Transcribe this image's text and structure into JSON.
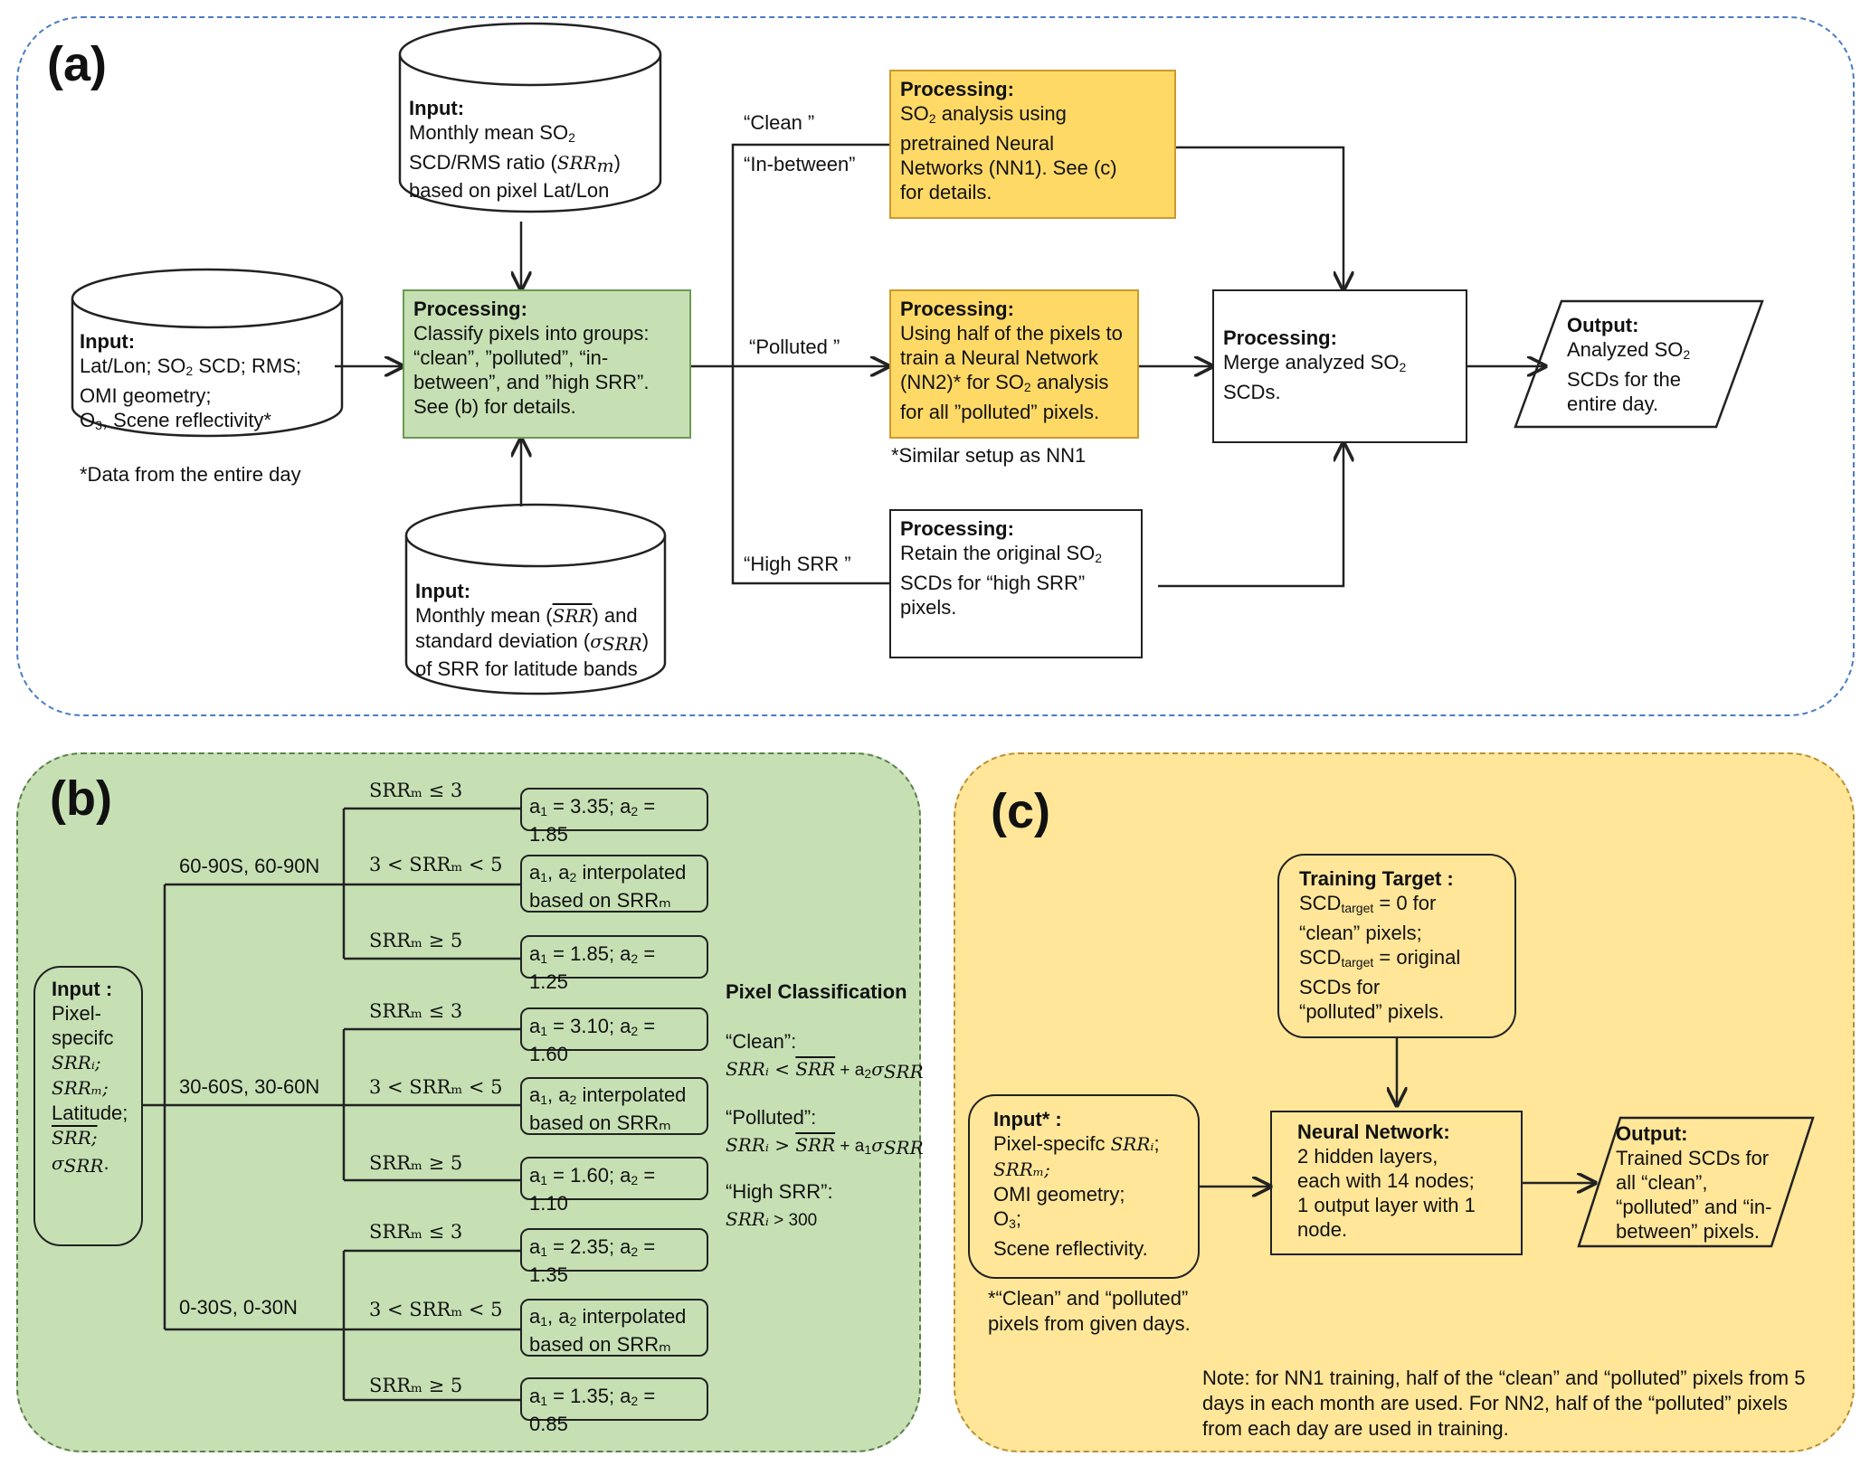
{
  "panel_a": {
    "label": "(a)",
    "input_left": {
      "title": "Input:",
      "lines": [
        "Lat/Lon; SO",
        "2",
        " SCD; RMS;",
        "OMI geometry;",
        "O",
        "3",
        ", Scene reflectivity*"
      ],
      "note": "*Data from the entire day"
    },
    "input_top": {
      "title": "Input:",
      "l1a": "Monthly mean SO",
      "l1s": "2",
      "l2a": "SCD/RMS ratio (",
      "l2m": "SRR",
      "l2ms": "m",
      "l2b": ")",
      "l3": "based on pixel Lat/Lon"
    },
    "input_bottom": {
      "title": "Input:",
      "l1a": "Monthly mean (",
      "l1m": "SRR",
      "l1b": ") and",
      "l2a": "standard deviation (",
      "l2m": "σ",
      "l2ms": "SRR",
      "l2b": ")",
      "l3": "of SRR for latitude bands"
    },
    "classify": {
      "title": "Processing:",
      "l1": "Classify pixels into groups:",
      "l2": "“clean”, ”polluted”, “in-",
      "l3": "between”, and ”high SRR”.",
      "l4": "See (b) for details."
    },
    "branch_clean": "“Clean ”",
    "branch_between": "“In-between”",
    "branch_polluted": "“Polluted ”",
    "branch_high": "“High SRR ”",
    "nn1": {
      "title": "Processing:",
      "l1a": "SO",
      "l1s": "2",
      "l1b": " analysis using",
      "l2": "pretrained Neural",
      "l3": "Networks (NN1). See (c)",
      "l4": "for details."
    },
    "nn2": {
      "title": "Processing:",
      "l1": "Using half of the pixels to",
      "l2": "train a Neural Network",
      "l3a": "(NN2)* for SO",
      "l3s": "2",
      "l3b": " analysis",
      "l4": "for all ”polluted” pixels.",
      "note": "*Similar setup as NN1"
    },
    "retain": {
      "title": "Processing:",
      "l1a": "Retain the original SO",
      "l1s": "2",
      "l2": "SCDs for “high SRR”",
      "l3": "pixels."
    },
    "merge": {
      "title": "Processing:",
      "l1a": "Merge analyzed SO",
      "l1s": "2",
      "l2": "SCDs."
    },
    "output": {
      "title": "Output:",
      "l1a": "Analyzed SO",
      "l1s": "2",
      "l2": "SCDs for the",
      "l3": "entire day."
    }
  },
  "panel_b": {
    "label": "(b)",
    "input": {
      "title": "Input :",
      "l1": "Pixel-",
      "l2": "specifc",
      "l3": "SRRᵢ;",
      "l4": "SRRₘ;",
      "l5": "Latitude;",
      "l6": "SRR;",
      "l7": "σ",
      "l7s": "SRR",
      "l7b": "."
    },
    "bands": [
      "60-90S, 60-90N",
      "30-60S, 30-60N",
      "0-30S, 0-30N"
    ],
    "cond_le3": "SRRₘ ≤ 3",
    "cond_mid": "3 < SRRₘ < 5",
    "cond_ge5": "SRRₘ ≥ 5",
    "leaves": [
      {
        "a1": "3.35",
        "a2": "1.85"
      },
      {
        "interp": "interpolated",
        "based": "based on SRRₘ"
      },
      {
        "a1": "1.85",
        "a2": "1.25"
      },
      {
        "a1": "3.10",
        "a2": "1.60"
      },
      {
        "interp": "interpolated",
        "based": "based on SRRₘ"
      },
      {
        "a1": "1.60",
        "a2": "1.10"
      },
      {
        "a1": "2.35",
        "a2": "1.35"
      },
      {
        "interp": "interpolated",
        "based": "based on SRRₘ"
      },
      {
        "a1": "1.35",
        "a2": "0.85"
      }
    ],
    "classification": {
      "title": "Pixel Classification",
      "clean_label": "“Clean”:",
      "clean_rule_a": "SRRᵢ < ",
      "clean_rule_b": "SRR",
      "clean_rule_c": " + a",
      "clean_rule_d": "2",
      "clean_rule_e": "σ",
      "clean_rule_f": "SRR",
      "polluted_label": "“Polluted”:",
      "polluted_rule_a": "SRRᵢ > ",
      "polluted_rule_c": " + a",
      "polluted_rule_d": "1",
      "high_label": "“High SRR”:",
      "high_rule_a": "SRRᵢ",
      "high_rule_b": " > 300"
    }
  },
  "panel_c": {
    "label": "(c)",
    "target": {
      "title": "Training Target :",
      "l1a": "SCD",
      "l1s": "target",
      "l1b": " = 0 for",
      "l2": "“clean” pixels;",
      "l3a": "SCD",
      "l3s": "target",
      "l3b": " = original",
      "l4": "SCDs for",
      "l5": "“polluted” pixels."
    },
    "input": {
      "title": "Input* :",
      "l1a": "Pixel-specifc ",
      "l1m": "SRRᵢ",
      "l1b": ";",
      "l2": "SRRₘ;",
      "l3": "OMI geometry;",
      "l4a": "O",
      "l4s": "3",
      "l4b": ";",
      "l5": "Scene reflectivity.",
      "note1": "*“Clean” and “polluted”",
      "note2": "pixels from given days."
    },
    "nn": {
      "title": "Neural Network:",
      "l1": "2 hidden layers,",
      "l2": "each with 14 nodes;",
      "l3": "1 output layer with 1",
      "l4": "node."
    },
    "output": {
      "title": "Output:",
      "l1": "Trained SCDs for",
      "l2": "all “clean”,",
      "l3": "“polluted” and “in-",
      "l4": "between” pixels."
    },
    "note": {
      "l1": "Note: for NN1 training, half of the “clean” and “polluted” pixels from 5",
      "l2": "days in each month are used. For NN2, half of the “polluted” pixels",
      "l3": "from each day are used in training."
    }
  },
  "colors": {
    "panel_a_border": "#4a7cc4",
    "panel_b_fill": "#c6e0b4",
    "panel_c_fill": "#ffe699",
    "proc_orange": "#ffd966",
    "proc_orange_border": "#c99a2e",
    "proc_green": "#c6e0b4",
    "proc_green_border": "#6a9a52"
  }
}
